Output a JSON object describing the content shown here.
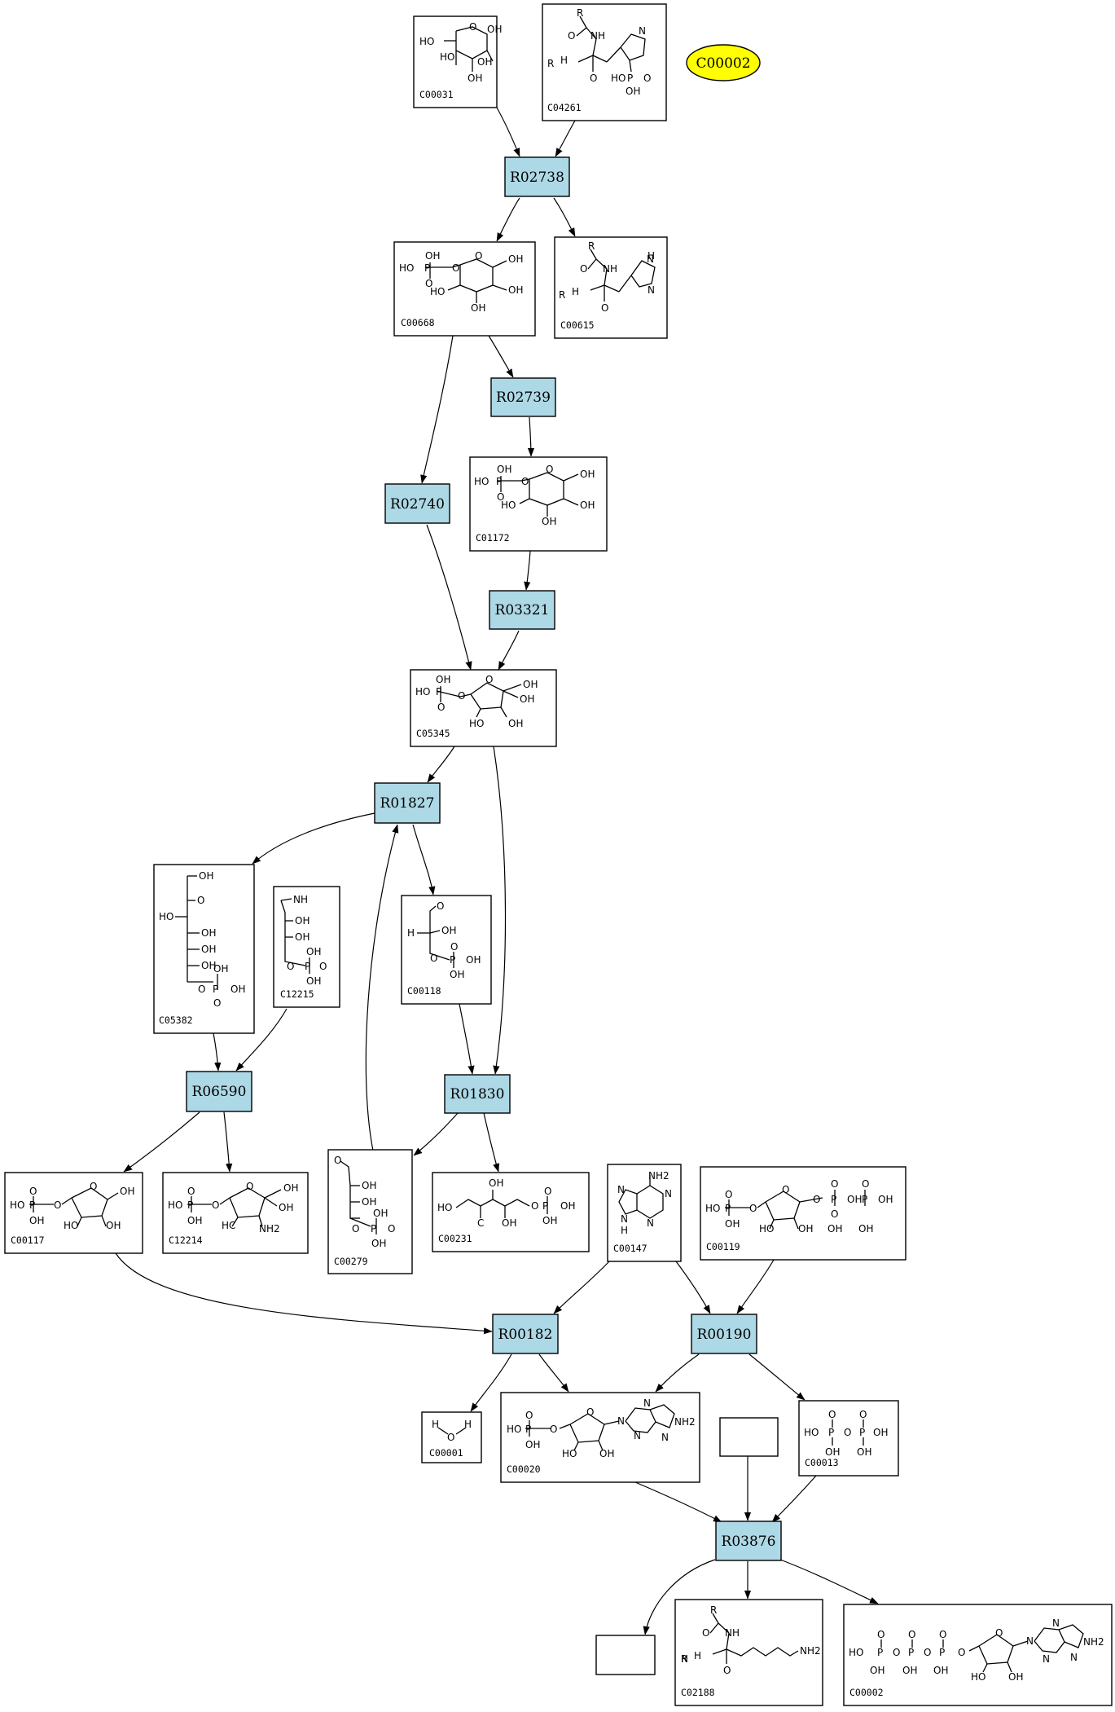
{
  "colors": {
    "reaction_fill": "#add8e6",
    "ellipse_fill": "#ffff00",
    "stroke": "#000000"
  },
  "ellipse": {
    "label": "C00002"
  },
  "reactions": [
    {
      "id": "r02738",
      "label": "R02738"
    },
    {
      "id": "r02739",
      "label": "R02739"
    },
    {
      "id": "r02740",
      "label": "R02740"
    },
    {
      "id": "r03321",
      "label": "R03321"
    },
    {
      "id": "r01827",
      "label": "R01827"
    },
    {
      "id": "r06590",
      "label": "R06590"
    },
    {
      "id": "r01830",
      "label": "R01830"
    },
    {
      "id": "r00182",
      "label": "R00182"
    },
    {
      "id": "r00190",
      "label": "R00190"
    },
    {
      "id": "r03876",
      "label": "R03876"
    }
  ],
  "compounds": [
    {
      "id": "c00031",
      "label": "C00031",
      "structure": [
        "HO",
        "O",
        "OH",
        "HO",
        "OH",
        "OH"
      ]
    },
    {
      "id": "c04261",
      "label": "C04261",
      "structure": [
        "R",
        "O",
        "NH",
        "N",
        "R",
        "H",
        "O",
        "HO",
        "P",
        "O",
        "OH"
      ]
    },
    {
      "id": "c00668",
      "label": "C00668",
      "structure": [
        "OH",
        "HO",
        "P",
        "O",
        "O",
        "O",
        "OH",
        "HO",
        "OH",
        "OH"
      ]
    },
    {
      "id": "c00615",
      "label": "C00615",
      "structure": [
        "R",
        "O",
        "NH",
        "H",
        "N",
        "N",
        "R",
        "H",
        "O"
      ]
    },
    {
      "id": "c01172",
      "label": "C01172",
      "structure": [
        "OH",
        "HO",
        "P",
        "O",
        "O",
        "O",
        "OH",
        "HO",
        "OH",
        "OH"
      ]
    },
    {
      "id": "c05345",
      "label": "C05345",
      "structure": [
        "OH",
        "HO",
        "P",
        "O",
        "O",
        "O",
        "OH",
        "OH",
        "HO",
        "OH"
      ]
    },
    {
      "id": "c05382",
      "label": "C05382",
      "structure": [
        "OH",
        "O",
        "HO",
        "OH",
        "OH",
        "OH",
        "OH",
        "O",
        "P",
        "OH",
        "O"
      ]
    },
    {
      "id": "c12215",
      "label": "C12215",
      "structure": [
        "NH",
        "OH",
        "OH",
        "OH",
        "O",
        "P",
        "O",
        "OH"
      ]
    },
    {
      "id": "c00118",
      "label": "C00118",
      "structure": [
        "O",
        "H",
        "OH",
        "O",
        "O",
        "P",
        "OH",
        "OH"
      ]
    },
    {
      "id": "c00117",
      "label": "C00117",
      "structure": [
        "O",
        "HO",
        "P",
        "O",
        "OH",
        "O",
        "OH",
        "HO",
        "OH"
      ]
    },
    {
      "id": "c12214",
      "label": "C12214",
      "structure": [
        "O",
        "HO",
        "P",
        "O",
        "OH",
        "O",
        "OH",
        "OH",
        "HC",
        "NH2"
      ]
    },
    {
      "id": "c00279",
      "label": "C00279",
      "structure": [
        "O",
        "OH",
        "OH",
        "OH",
        "O",
        "P",
        "O",
        "OH"
      ]
    },
    {
      "id": "c00231",
      "label": "C00231",
      "structure": [
        "OH",
        "O",
        "HO",
        "C",
        "OH",
        "O",
        "P",
        "OH",
        "OH"
      ]
    },
    {
      "id": "c00147",
      "label": "C00147",
      "structure": [
        "NH2",
        "N",
        "N",
        "N",
        "N",
        "H"
      ]
    },
    {
      "id": "c00119",
      "label": "C00119",
      "structure": [
        "O",
        "HO",
        "P",
        "O",
        "OH",
        "O",
        "O",
        "HO",
        "OH",
        "O",
        "P",
        "OH",
        "O",
        "P",
        "OH",
        "O",
        "OH",
        "OH"
      ]
    },
    {
      "id": "c00001",
      "label": "C00001",
      "structure": [
        "H",
        "O",
        "H"
      ]
    },
    {
      "id": "c00020",
      "label": "C00020",
      "structure": [
        "O",
        "HO",
        "P",
        "O",
        "OH",
        "O",
        "N",
        "N",
        "NH2",
        "HO",
        "OH",
        "N",
        "N"
      ]
    },
    {
      "id": "c00013",
      "label": "C00013",
      "structure": [
        "O",
        "O",
        "HO",
        "P",
        "O",
        "P",
        "OH",
        "OH",
        "OH"
      ]
    },
    {
      "id": "c02188",
      "label": "C02188",
      "structure": [
        "R",
        "O",
        "NH",
        "N",
        "R",
        "H",
        "O",
        "NH2"
      ]
    },
    {
      "id": "c00002b",
      "label": "C00002",
      "structure": [
        "O",
        "O",
        "O",
        "HO",
        "P",
        "O",
        "P",
        "O",
        "P",
        "O",
        "O",
        "OH",
        "OH",
        "OH",
        "N",
        "N",
        "NH2",
        "HO",
        "OH",
        "N",
        "N"
      ]
    },
    {
      "id": "blank1",
      "label": "",
      "structure": []
    },
    {
      "id": "blank2",
      "label": "",
      "structure": []
    }
  ],
  "edges": [
    [
      "c00031",
      "r02738"
    ],
    [
      "c04261",
      "r02738"
    ],
    [
      "r02738",
      "c00668"
    ],
    [
      "r02738",
      "c00615"
    ],
    [
      "c00668",
      "r02739"
    ],
    [
      "c00668",
      "r02740"
    ],
    [
      "r02739",
      "c01172"
    ],
    [
      "c01172",
      "r03321"
    ],
    [
      "r02740",
      "c05345"
    ],
    [
      "r03321",
      "c05345"
    ],
    [
      "c05345",
      "r01827"
    ],
    [
      "c05345",
      "r01830"
    ],
    [
      "r01827",
      "c05382"
    ],
    [
      "r01827",
      "c00118"
    ],
    [
      "c00279",
      "r01827"
    ],
    [
      "c05382",
      "r06590"
    ],
    [
      "c12215",
      "r06590"
    ],
    [
      "c00118",
      "r01830"
    ],
    [
      "r06590",
      "c00117"
    ],
    [
      "r06590",
      "c12214"
    ],
    [
      "r01830",
      "c00279"
    ],
    [
      "r01830",
      "c00231"
    ],
    [
      "c00117",
      "r00182"
    ],
    [
      "c00147",
      "r00182"
    ],
    [
      "c00147",
      "r00190"
    ],
    [
      "c00119",
      "r00190"
    ],
    [
      "r00182",
      "c00001"
    ],
    [
      "r00182",
      "c00020"
    ],
    [
      "r00190",
      "c00020"
    ],
    [
      "r00190",
      "c00013"
    ],
    [
      "c00020",
      "r03876"
    ],
    [
      "blank1",
      "r03876"
    ],
    [
      "c00013",
      "r03876"
    ],
    [
      "r03876",
      "blank2"
    ],
    [
      "r03876",
      "c02188"
    ],
    [
      "r03876",
      "c00002b"
    ]
  ]
}
